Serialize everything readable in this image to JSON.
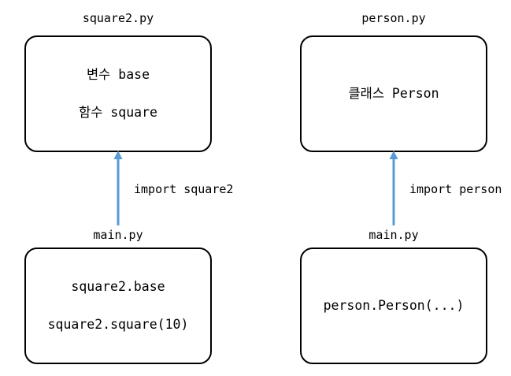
{
  "diagram": {
    "title": "python-module-import-diagram",
    "background_color": "#ffffff",
    "box_border_color": "#000000",
    "arrow_color": "#5B9BD5",
    "text_color": "#000000"
  },
  "groups": [
    {
      "id": "square2",
      "top_caption": "square2.py",
      "top_box_lines": [
        "변수 base",
        "함수 square"
      ],
      "arrow_label": "import square2",
      "arrow_direction": "up",
      "bottom_caption": "main.py",
      "bottom_box_lines": [
        "square2.base",
        "square2.square(10)"
      ]
    },
    {
      "id": "person",
      "top_caption": "person.py",
      "top_box_lines": [
        "클래스 Person"
      ],
      "arrow_label": "import person",
      "arrow_direction": "up",
      "bottom_caption": "main.py",
      "bottom_box_lines": [
        "person.Person(...)"
      ]
    }
  ]
}
